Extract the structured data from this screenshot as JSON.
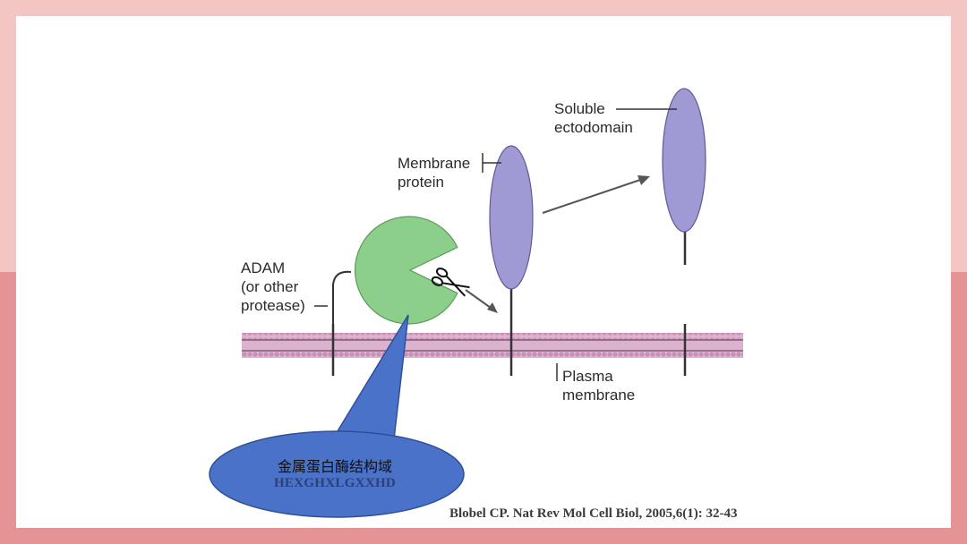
{
  "diagram": {
    "labels": {
      "soluble_ectodomain": "Soluble\nectodomain",
      "membrane_protein": "Membrane\nprotein",
      "adam": "ADAM\n(or other\nprotease)",
      "plasma_membrane": "Plasma\nmembrane"
    },
    "callout": {
      "domain_name": "金属蛋白酶结构域",
      "motif": "HEXGHXLGXXHD"
    },
    "colors": {
      "protease": "#8ccf8a",
      "protein": "#9f99d4",
      "membrane": "#d7a7c7",
      "callout": "#4a72c9",
      "frame_top": "#f3c6c4",
      "frame_bottom": "#e49494"
    },
    "icons": [
      "scissors-icon"
    ]
  },
  "citation": "Blobel CP. Nat Rev Mol Cell Biol, 2005,6(1): 32-43"
}
